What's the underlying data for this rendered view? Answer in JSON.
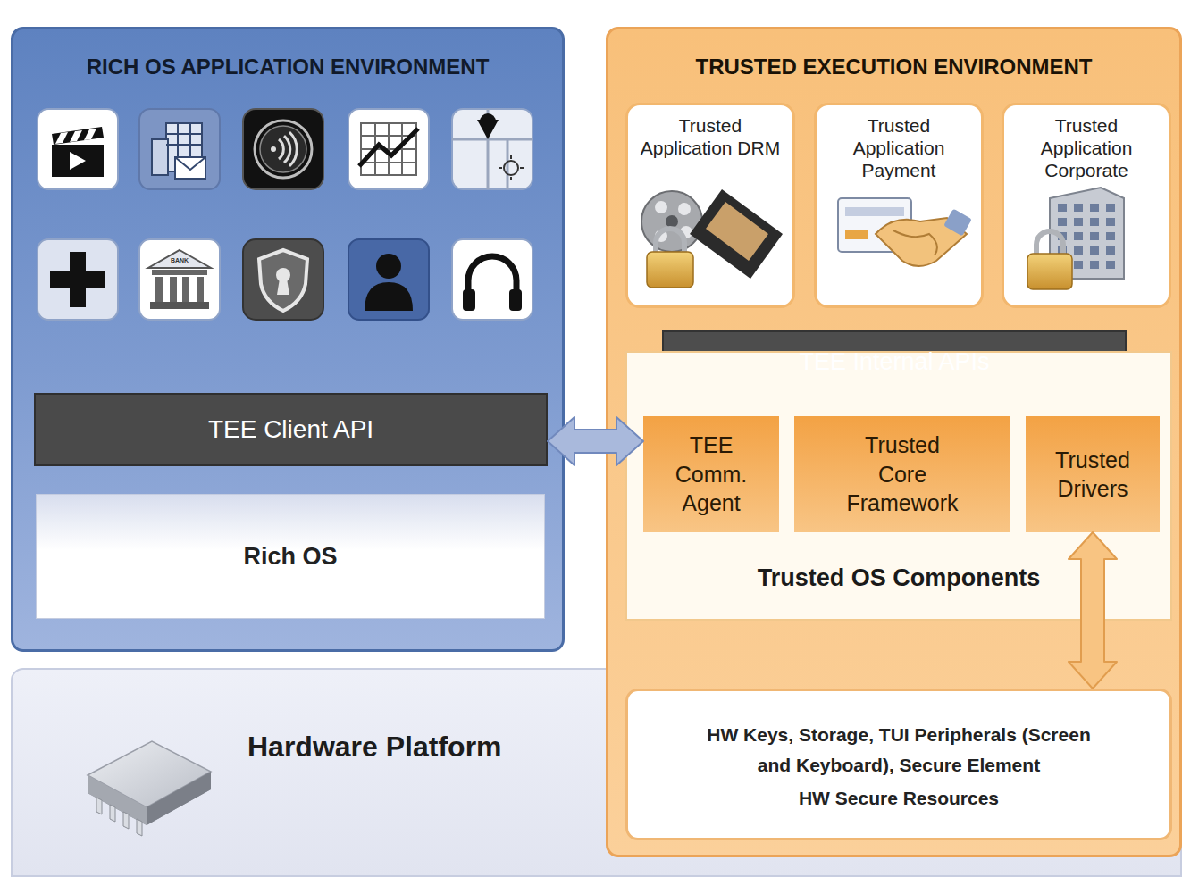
{
  "diagram": {
    "nodes": [
      {
        "text": [
          "RICH OS APPLICATION ENVIRONMENT"
        ]
      },
      {
        "text": [
          "TEE Client API"
        ],
        "in": 0
      },
      {
        "text": [
          "Rich OS"
        ],
        "in": 0
      },
      {
        "text": [
          "TRUSTED EXECUTION ENVIRONMENT"
        ]
      },
      {
        "text": [
          "Trusted Application DRM"
        ],
        "in": 3
      },
      {
        "text": [
          "Trusted Application Payment"
        ],
        "in": 3
      },
      {
        "text": [
          "Trusted Application Corporate"
        ],
        "in": 3
      },
      {
        "text": [
          "TEE Internal APIs"
        ],
        "in": 3
      },
      {
        "text": [
          "Trusted OS Components"
        ],
        "in": 3
      },
      {
        "text": [
          "TEE Comm. Agent"
        ],
        "in": 8
      },
      {
        "text": [
          "Trusted Core Framework"
        ],
        "in": 8
      },
      {
        "text": [
          "Trusted Drivers"
        ],
        "in": 8
      },
      {
        "text": [
          "HW Keys, Storage, TUI Peripherals (Screen and Keyboard), Secure Element",
          "HW Secure Resources"
        ],
        "in": 3
      },
      {
        "text": [
          "Hardware Platform"
        ]
      }
    ],
    "edges": [
      {
        "from": 1,
        "to": 9,
        "arrow": "both"
      },
      {
        "from": 11,
        "to": 12,
        "arrow": "both"
      }
    ],
    "labels": [
      "BANK"
    ]
  }
}
